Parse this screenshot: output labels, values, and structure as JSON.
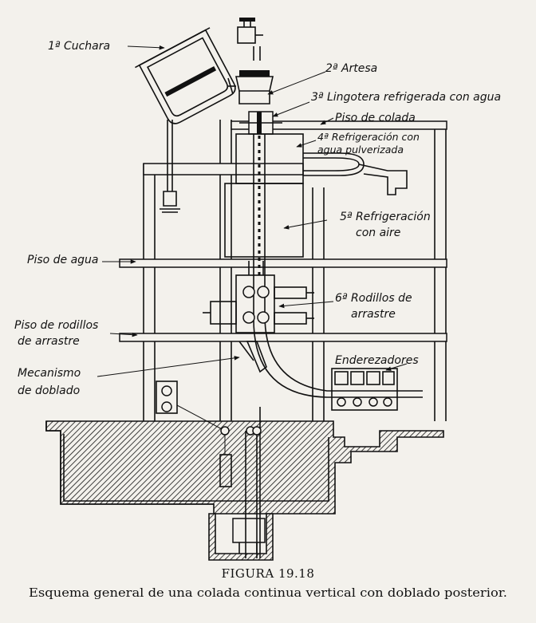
{
  "labels": {
    "cuchara": "1ª Cuchara",
    "artesa": "2ª Artesa",
    "lingotera": "3ª Lingotera refrigerada con agua",
    "piso_colada": "Piso de colada",
    "refrig_line1": "4ª Refrigeración con",
    "refrig_line2": "agua pulverizada",
    "aire_line1": "5ª Refrigeración",
    "aire_line2": "con aire",
    "piso_agua": "Piso de agua",
    "rodillos_line1": "6ª Rodillos de",
    "rodillos_line2": "arrastre",
    "piso_rod_line1": "Piso de rodillos",
    "piso_rod_line2": "de arrastre",
    "enderezadores": "Enderezadores",
    "mecanismo_line1": "Mecanismo",
    "mecanismo_line2": "de doblado"
  },
  "caption": {
    "figure": "FIGURA 19.18",
    "text": "Esquema general de una colada continua vertical con doblado posterior."
  }
}
